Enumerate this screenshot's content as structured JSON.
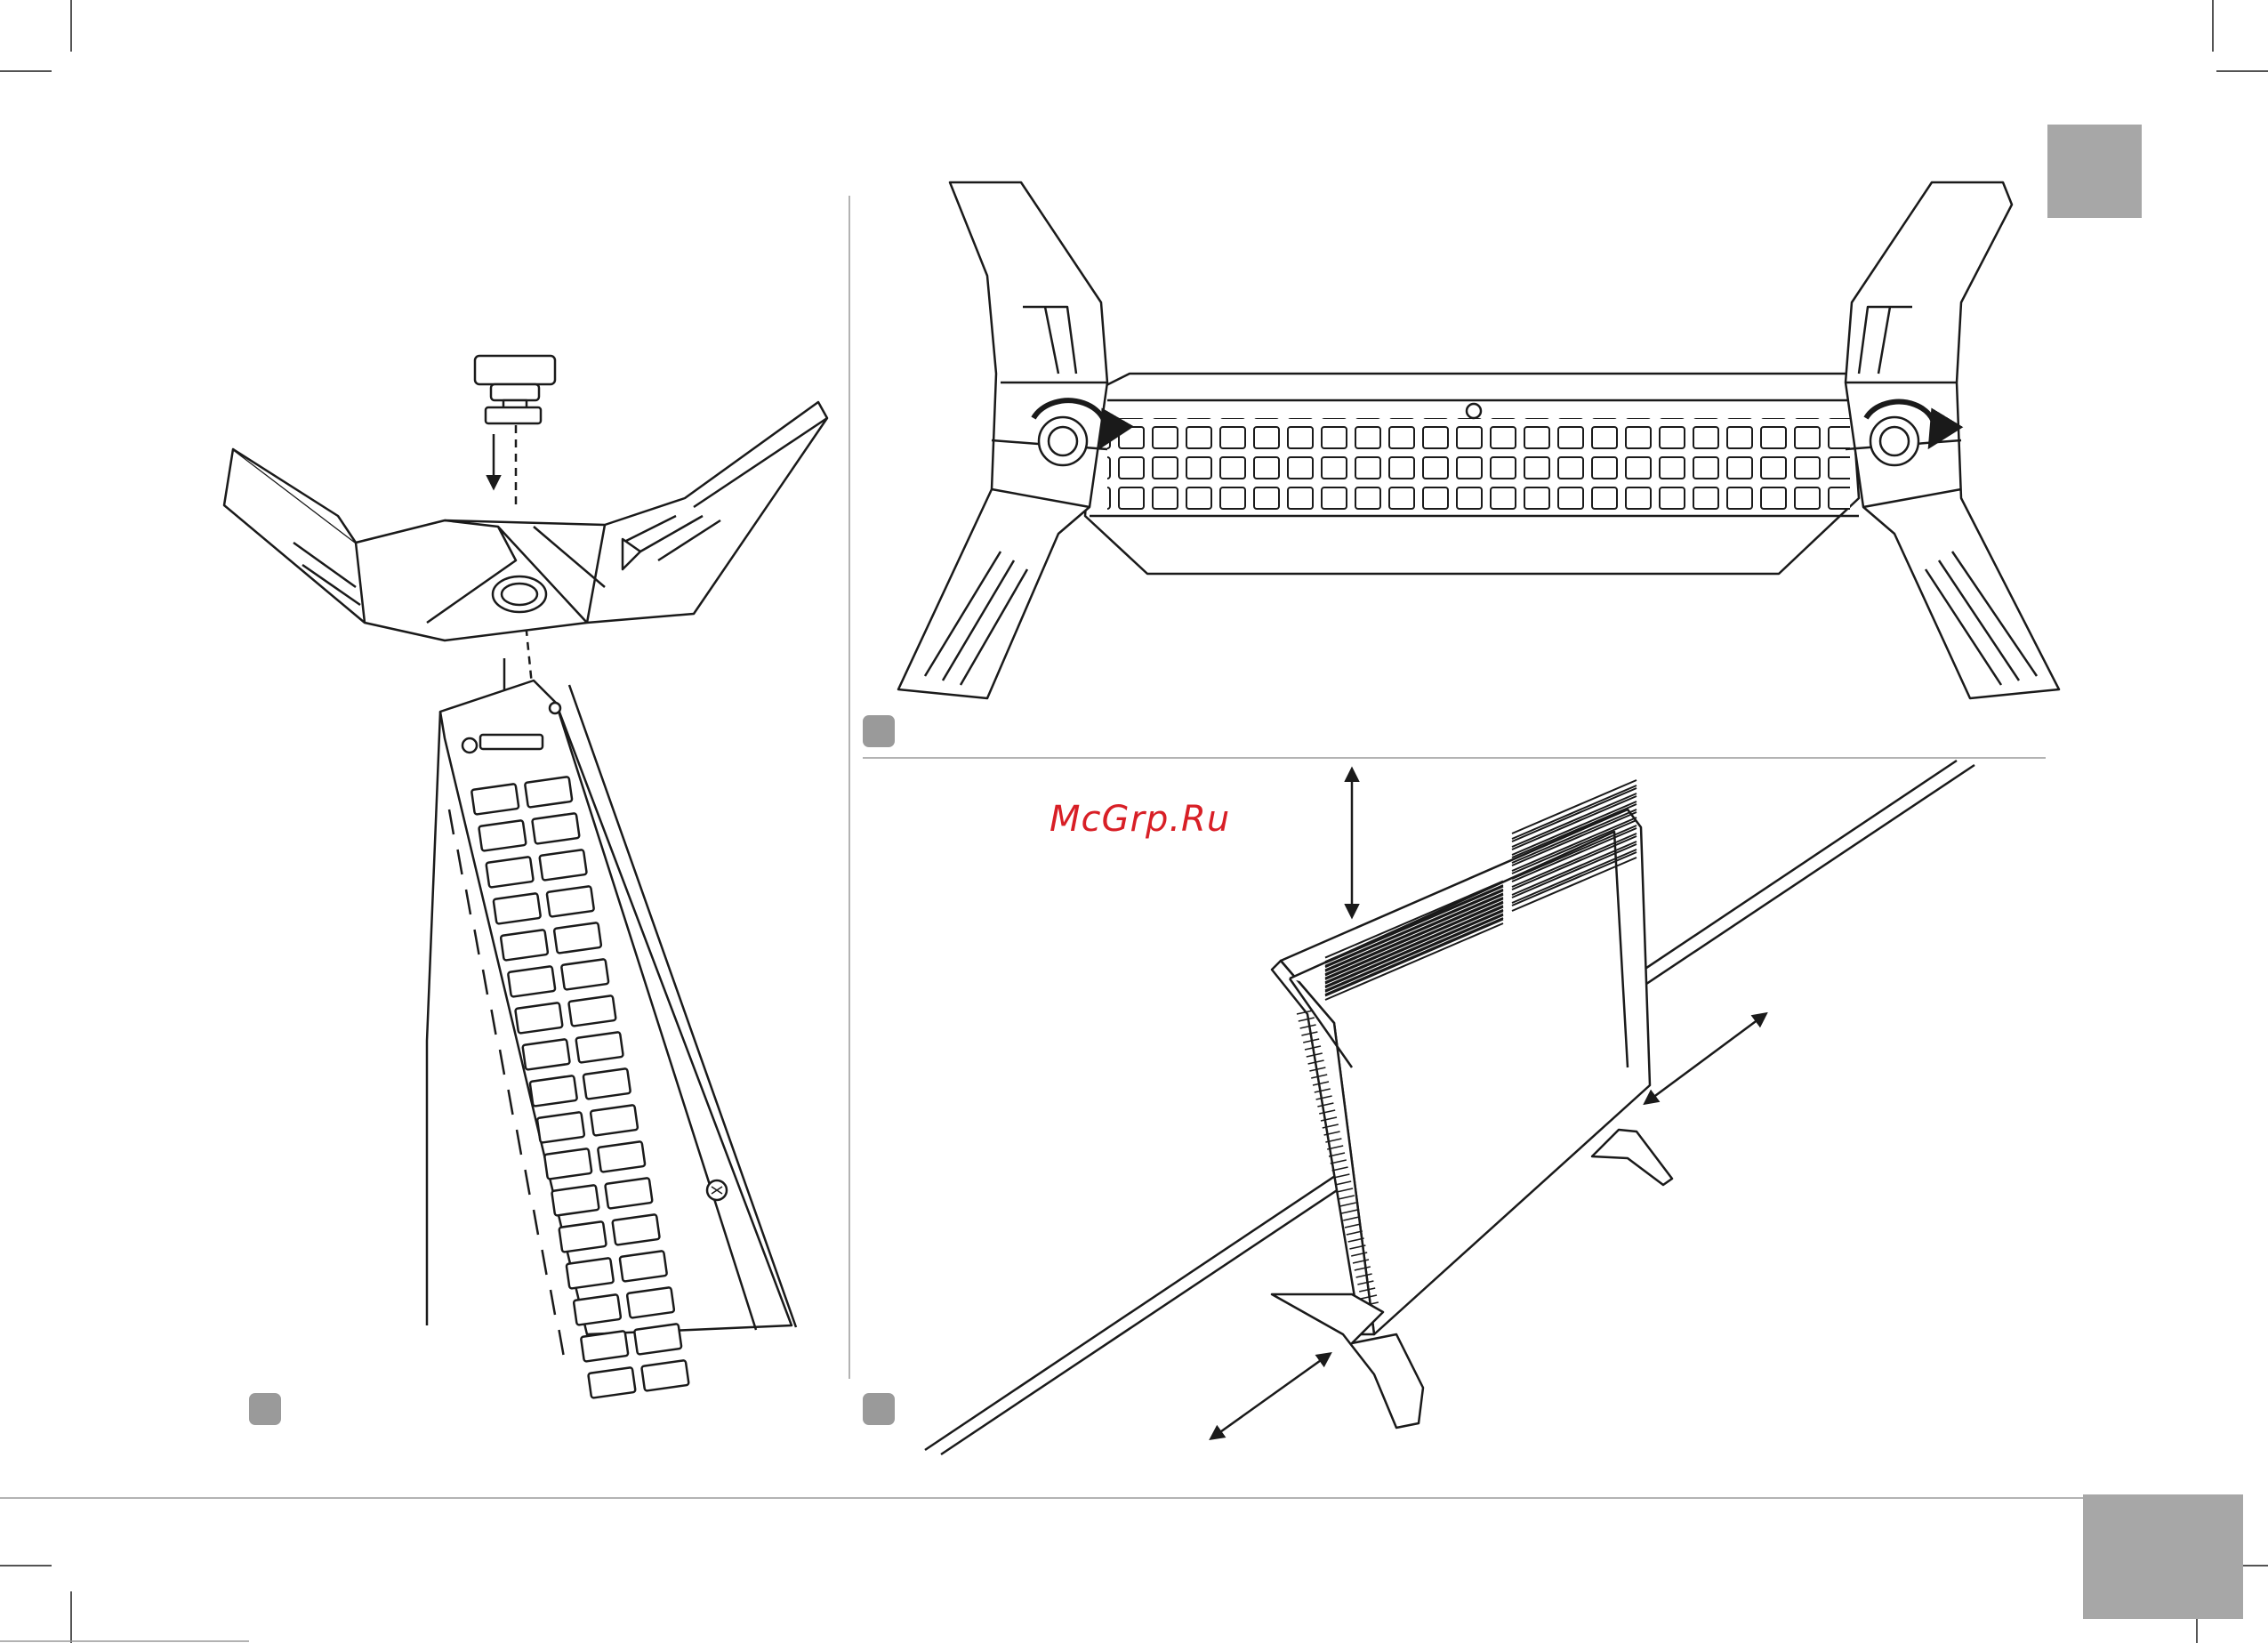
{
  "watermark": {
    "text": "McGrp.Ru"
  },
  "colors": {
    "line": "#1a1a1a",
    "rule": "#9a9a9a",
    "tab": "#a7a7a7",
    "marker": "#9a9a9a",
    "watermark": "#d81f26"
  },
  "figures": [
    {
      "id": "fig-leg-attach",
      "icons": [
        "knob-icon",
        "down-arrow-icon",
        "leg-bracket-icon",
        "heater-panel-icon"
      ]
    },
    {
      "id": "fig-legs-mounted",
      "icons": [
        "leg-icon",
        "rotate-arrow-icon",
        "heater-underside-icon"
      ]
    },
    {
      "id": "fig-installed-heater",
      "icons": [
        "heater-icon",
        "double-arrow-icon",
        "wall-line-icon"
      ]
    }
  ]
}
